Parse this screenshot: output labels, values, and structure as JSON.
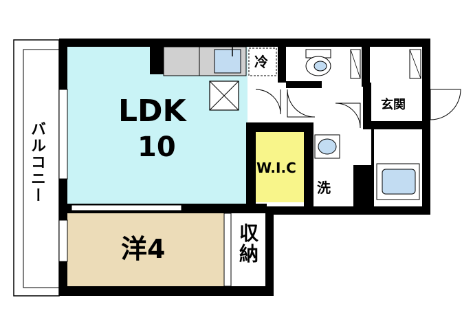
{
  "colors": {
    "ldk_fill": "#c9f3f6",
    "western_fill": "#ecdcb8",
    "wic_fill": "#f8f58a",
    "counter_fill": "#d0d0d0",
    "sink_fill": "#c2dcf2",
    "wall": "#000000",
    "background": "#ffffff"
  },
  "rooms": {
    "ldk_label": "LDK",
    "ldk_size": "10",
    "western_label": "洋4",
    "wic_label": "W.I.C",
    "storage_label": "収納",
    "fridge_label": "冷",
    "washer_label": "洗",
    "entrance_label": "玄関",
    "balcony_label": "バルコニー"
  }
}
